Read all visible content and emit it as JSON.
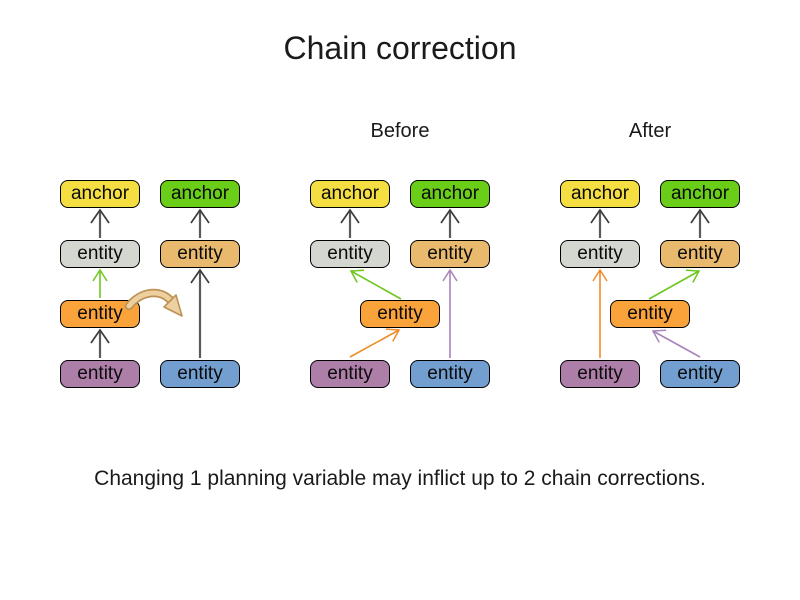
{
  "title": "Chain correction",
  "section_labels": {
    "before": "Before",
    "after": "After"
  },
  "caption": "Changing 1 planning variable may inflict up to 2 chain corrections.",
  "node_labels": {
    "anchor": "anchor",
    "entity": "entity"
  },
  "colors": {
    "anchor_yellow": "#F5DE41",
    "anchor_green": "#6ACD18",
    "entity_gray": "#D3D7CF",
    "entity_tan": "#E9B96E",
    "entity_orange": "#FAA33B",
    "entity_purple": "#AD7FA8",
    "entity_blue": "#729FCF",
    "arrow_dark": "#5A5A5A",
    "arrow_green": "#6EC71E",
    "arrow_orange": "#EE8C2A",
    "arrow_purple": "#A883BC",
    "move_arrow_fill": "#EDD0A0",
    "move_arrow_stroke": "#BE9255"
  },
  "diagram": {
    "groups": [
      {
        "id": "initial",
        "label": "",
        "nodes": [
          "anchor-yellow",
          "anchor-green",
          "entity-gray",
          "entity-tan",
          "entity-orange",
          "entity-purple",
          "entity-blue"
        ],
        "arrows": [
          {
            "from": "entity-gray",
            "to": "anchor-yellow",
            "color": "dark"
          },
          {
            "from": "entity-orange",
            "to": "entity-gray",
            "color": "green"
          },
          {
            "from": "entity-purple",
            "to": "entity-orange",
            "color": "dark"
          },
          {
            "from": "entity-tan",
            "to": "anchor-green",
            "color": "dark"
          },
          {
            "from": "entity-blue",
            "to": "entity-tan",
            "color": "dark"
          },
          {
            "from": "entity-orange",
            "to": "entity-tan",
            "color": "move",
            "style": "curved-planned-move"
          }
        ]
      },
      {
        "id": "before",
        "label": "Before",
        "nodes": [
          "anchor-yellow",
          "anchor-green",
          "entity-gray",
          "entity-tan",
          "entity-orange",
          "entity-purple",
          "entity-blue"
        ],
        "arrows": [
          {
            "from": "entity-gray",
            "to": "anchor-yellow",
            "color": "dark"
          },
          {
            "from": "entity-tan",
            "to": "anchor-green",
            "color": "dark"
          },
          {
            "from": "entity-orange",
            "to": "entity-gray",
            "color": "green"
          },
          {
            "from": "entity-purple",
            "to": "entity-orange",
            "color": "orange"
          },
          {
            "from": "entity-blue",
            "to": "entity-tan",
            "color": "purple"
          }
        ]
      },
      {
        "id": "after",
        "label": "After",
        "nodes": [
          "anchor-yellow",
          "anchor-green",
          "entity-gray",
          "entity-tan",
          "entity-orange",
          "entity-purple",
          "entity-blue"
        ],
        "arrows": [
          {
            "from": "entity-gray",
            "to": "anchor-yellow",
            "color": "dark"
          },
          {
            "from": "entity-tan",
            "to": "anchor-green",
            "color": "dark"
          },
          {
            "from": "entity-purple",
            "to": "entity-gray",
            "color": "orange"
          },
          {
            "from": "entity-orange",
            "to": "entity-tan",
            "color": "green"
          },
          {
            "from": "entity-blue",
            "to": "entity-orange",
            "color": "purple"
          }
        ]
      }
    ]
  }
}
